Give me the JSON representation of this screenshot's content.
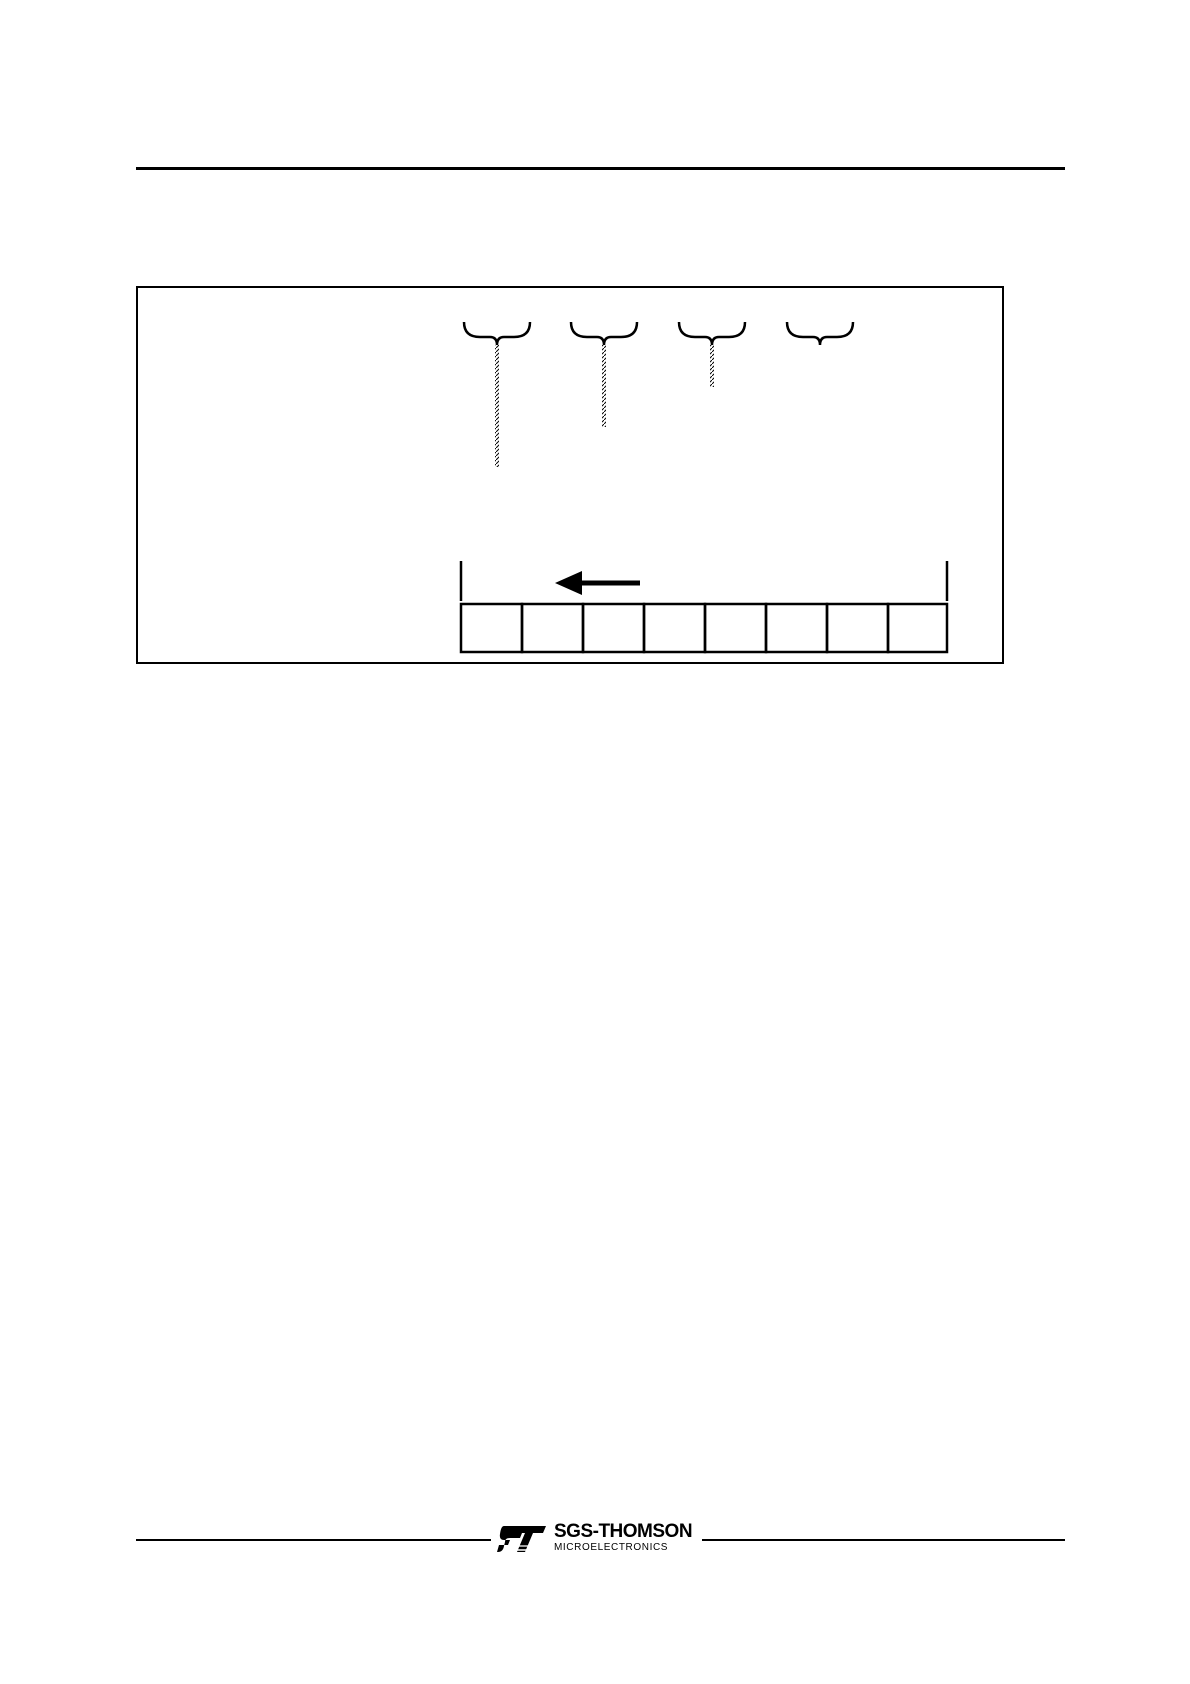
{
  "page": {
    "background": "#ffffff",
    "rule_color": "#000000"
  },
  "figure": {
    "braces": [
      {
        "group": 1
      },
      {
        "group": 2
      },
      {
        "group": 3
      },
      {
        "group": 4
      }
    ],
    "shift_direction": "left",
    "register": {
      "cell_count": 8,
      "cells": [
        "",
        "",
        "",
        "",
        "",
        "",
        "",
        ""
      ]
    }
  },
  "footer": {
    "logo": {
      "icon": "st-logo-icon",
      "company": "SGS-THOMSON",
      "division": "MICROELECTRONICS"
    }
  }
}
